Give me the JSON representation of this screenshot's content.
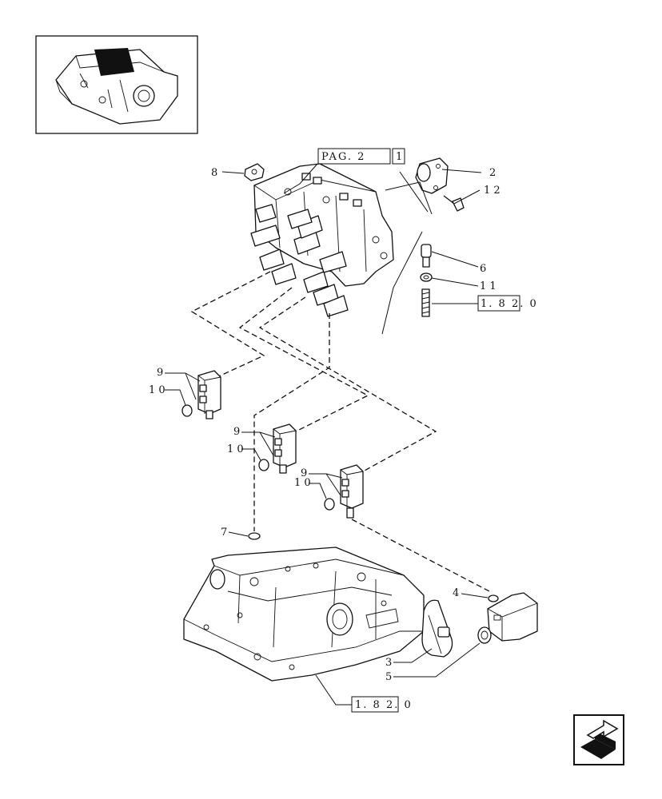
{
  "callouts": {
    "c2": "2",
    "c12": "1 2",
    "c8": "8",
    "c6": "6",
    "c11": "1 1",
    "c9a": "9",
    "c10a": "1 0",
    "c9b": "9",
    "c10b": "1 0",
    "c9c": "9",
    "c10c": "1 0",
    "c7": "7",
    "c4": "4",
    "c3": "3",
    "c5": "5"
  },
  "refs": {
    "pag": "PAG. 2",
    "pag_num": "1",
    "ref_top": "1. 8 2. 0",
    "ref_bottom": "1. 8 2. 0"
  },
  "icons": {
    "thumbnail": "lift-cover-thumbnail",
    "nav": "next-page-arrow-icon"
  }
}
